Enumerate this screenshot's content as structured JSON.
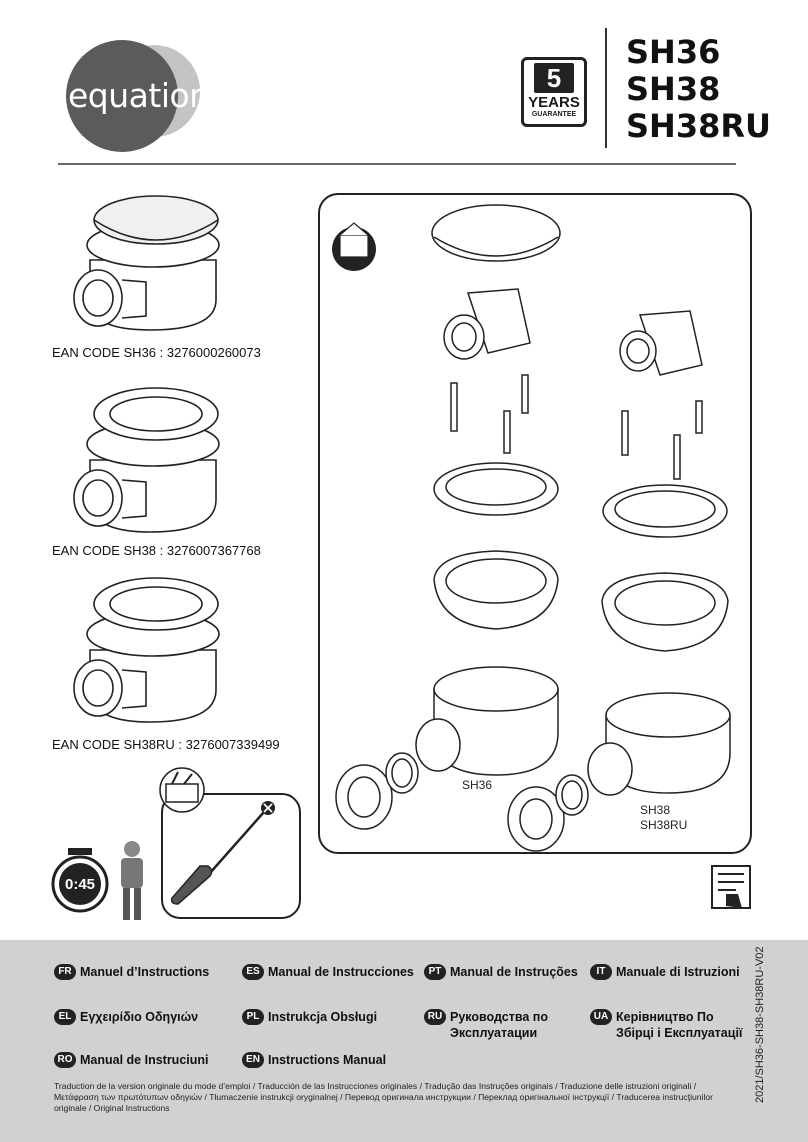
{
  "brand": {
    "name": "equation"
  },
  "badge": {
    "number": "5",
    "years": "YEARS",
    "guarantee": "GUARANTEE"
  },
  "models": [
    "SH36",
    "SH38",
    "SH38RU"
  ],
  "products": [
    {
      "ean": "EAN CODE SH36 : 3276000260073"
    },
    {
      "ean": "EAN CODE SH38 : 3276007367768"
    },
    {
      "ean": "EAN CODE SH38RU : 3276007339499"
    }
  ],
  "diagram": {
    "label_left": "SH36",
    "label_right_1": "SH38",
    "label_right_2": "SH38RU"
  },
  "time": {
    "duration": "0:45"
  },
  "languages": [
    {
      "code": "FR",
      "label": "Manuel d’Instructions"
    },
    {
      "code": "ES",
      "label": "Manual de Instrucciones"
    },
    {
      "code": "PT",
      "label": "Manual de Instruções"
    },
    {
      "code": "IT",
      "label": "Manuale di Istruzioni"
    },
    {
      "code": "EL",
      "label": "Εγχειρίδιο Οδηγιών"
    },
    {
      "code": "PL",
      "label": "Instrukcja Obsługi"
    },
    {
      "code": "RU",
      "label": "Руководства по Эксплуатации"
    },
    {
      "code": "UA",
      "label": "Керівництво По Збірці і Експлуатації"
    },
    {
      "code": "RO",
      "label": "Manual de Instruciuni"
    },
    {
      "code": "EN",
      "label": "Instructions Manual"
    }
  ],
  "footer": {
    "translation_note": "Traduction de la version originale du mode d’emploi / Traducción de las Instrucciones originales / Tradução das Instruções originais / Traduzione delle istruzioni originali / Μετάφραση των πρωτότυπων οδηγιών / Tłumaczenie instrukcji oryginalnej / Перевод оригинала инструкции / Переклад оригінальної інструкції / Traducerea instrucţiunilor originale / Original Instructions"
  },
  "doc_code": "2021/SH36-SH38-SH38RU-V02",
  "colors": {
    "logo_dark": "#5b5b5b",
    "logo_light": "#c4c4c4",
    "band": "#d1d1d1",
    "ink": "#1a1a1a"
  }
}
